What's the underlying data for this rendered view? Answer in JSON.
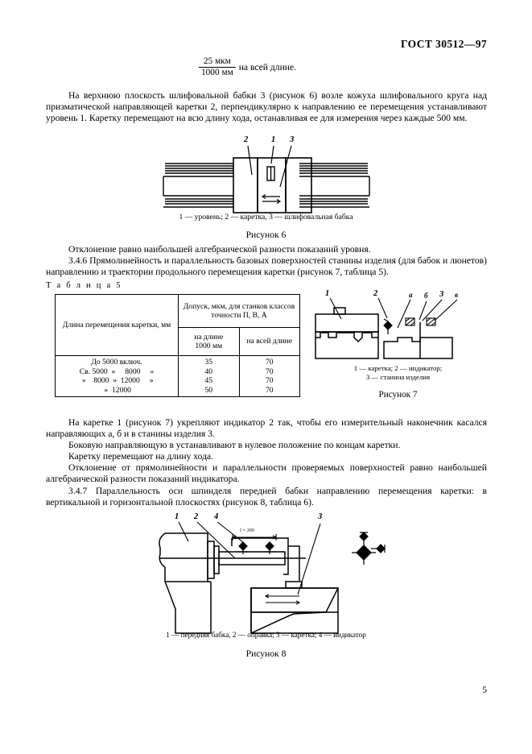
{
  "document": {
    "standard_header": "ГОСТ 30512—97",
    "page_number": "5"
  },
  "fraction": {
    "numerator": "25 мкм",
    "denominator": "1000 мм",
    "tail": " на всей длине."
  },
  "paragraphs": {
    "p1": "На верхнюю плоскость шлифовальной бабки 3 (рисунок 6) возле кожуха шлифовального круга над призматической направляющей каретки 2, перпендикулярно к направлению ее перемещения устанавливают уровень 1. Каретку перемещают на всю длину хода, останавливая ее для измерения через каждые 500 мм.",
    "p2": "Отклонение равно наибольшей алгебраической разности показаний уровня.",
    "p3": "3.4.6 Прямолинейность и параллельность базовых поверхностей станины изделия (для бабок и люнетов) направлению и траектории продольного перемещения каретки (рисунок 7, таблица 5).",
    "p4": "На каретке 1 (рисунок 7) укрепляют индикатор 2 так,  чтобы его измерительный наконечник касался направляющих а, б и в станины изделия 3.",
    "p5": "Боковую направляющую в устанавливают в нулевое положение по концам каретки.",
    "p6": "Каретку перемещают на длину хода.",
    "p7": "Отклонение от прямолинейности и параллельности проверяемых поверхностей равно наибольшей алгебраической разности показаний индикатора.",
    "p8": "3.4.7 Параллельность оси шпинделя передней бабки направлению перемещения каретки: в вертикальной и горизонтальной плоскостях (рисунок 8, таблица 6)."
  },
  "figure6": {
    "labels": [
      "2",
      "1",
      "3"
    ],
    "caption": "1 — уровень; 2 — каретка, 3 — шлифовальная бабка",
    "name": "Рисунок 6"
  },
  "table5": {
    "title": "Т а б л и ц а  5",
    "header_col1": "Длина перемещения каретки, мм",
    "header_span": "Допуск, мкм, для станков классов точности П, В, А",
    "header_sub1_line1": "на длине",
    "header_sub1_line2": "1000 мм",
    "header_sub2": "на всей длине",
    "rows_col1": [
      "До 5000 включ.",
      "Св. 5000  »     8000     »",
      " »    8000  »  12000     »",
      " »  12000"
    ],
    "rows_col2": [
      "35",
      "40",
      "45",
      "50"
    ],
    "rows_col3": [
      "70",
      "70",
      "70",
      "70"
    ]
  },
  "figure7": {
    "labels": [
      "1",
      "2",
      "а",
      "б",
      "3",
      "в"
    ],
    "caption_line1": "1 — каретка; 2 — индикатор;",
    "caption_line2": "3 — станина изделия",
    "name": "Рисунок 7"
  },
  "figure8": {
    "labels": [
      "1",
      "2",
      "4",
      "3"
    ],
    "dimension": "l = 300",
    "caption": "1 — передняя бабка, 2 — оправка; 3 — каретка; 4 — индикатор",
    "name": "Рисунок 8"
  },
  "colors": {
    "ink": "#000000",
    "paper": "#ffffff"
  }
}
